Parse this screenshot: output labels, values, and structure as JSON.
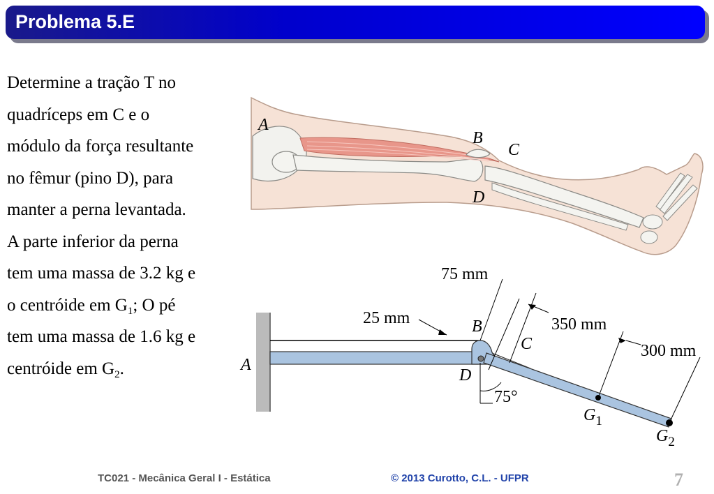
{
  "header": {
    "title": "Problema 5.E"
  },
  "problem": {
    "lines": [
      "Determine a tração T no",
      "quadríceps em C e o",
      "módulo da força resultante",
      "no fêmur (pino D), para",
      "manter a perna levantada.",
      "A parte inferior da perna",
      "tem uma massa de 3.2 kg e"
    ],
    "line8_pre": "o centróide em G",
    "line8_sub": "1",
    "line8_post": "; O pé",
    "line9": "tem uma massa de 1.6 kg e",
    "line10_pre": "centróide em G",
    "line10_sub": "2",
    "line10_post": "."
  },
  "figure_top": {
    "labels": {
      "A": "A",
      "B": "B",
      "C": "C",
      "D": "D"
    }
  },
  "figure_bottom": {
    "labels": {
      "A": "A",
      "B": "B",
      "C": "C",
      "D": "D",
      "G1_base": "G",
      "G1_sub": "1",
      "G2_base": "G",
      "G2_sub": "2"
    },
    "dimensions": {
      "d75": "75 mm",
      "d25": "25 mm",
      "d350": "350 mm",
      "d300": "300 mm",
      "angle": "75°"
    }
  },
  "colors": {
    "title_bar": "#0000ff",
    "muscle": "#e8968a",
    "skin": "#f6e2d6",
    "bone": "#f2f2ee",
    "beam": "#aac4e0"
  },
  "footer": {
    "course": "TC021 - Mecânica Geral I - Estática",
    "copyright": "© 2013 Curotto, C.L. - UFPR",
    "page": "7"
  }
}
